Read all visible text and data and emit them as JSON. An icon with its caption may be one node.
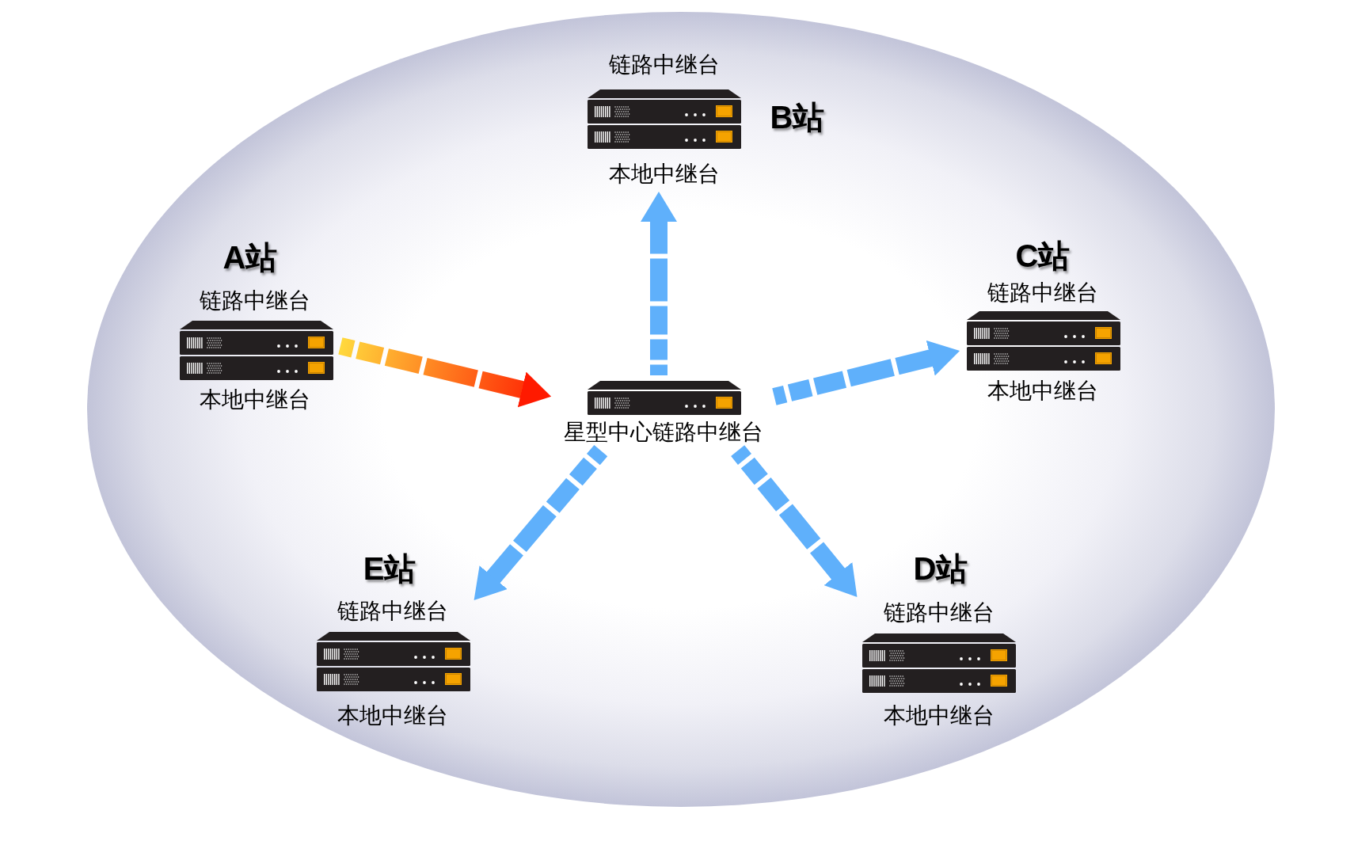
{
  "diagram": {
    "nodes": [
      {
        "text": [
          "B站",
          "链路中继台",
          "本地中继台"
        ]
      },
      {
        "text": [
          "A站",
          "链路中继台",
          "本地中继台"
        ]
      },
      {
        "text": [
          "C站",
          "链路中继台",
          "本地中继台"
        ]
      },
      {
        "text": [
          "星型中心链路中继台"
        ]
      },
      {
        "text": [
          "E站",
          "链路中继台",
          "本地中继台"
        ]
      },
      {
        "text": [
          "D站",
          "链路中继台",
          "本地中继台"
        ]
      }
    ],
    "edges": [
      {
        "from": 1,
        "to": 3,
        "arrow": "to",
        "style": "dashed",
        "color": "#ff1a00"
      },
      {
        "from": 3,
        "to": 0,
        "arrow": "to",
        "style": "dashed"
      },
      {
        "from": 3,
        "to": 2,
        "arrow": "to",
        "style": "dashed"
      },
      {
        "from": 3,
        "to": 4,
        "arrow": "to",
        "style": "dashed"
      },
      {
        "from": 3,
        "to": 5,
        "arrow": "to",
        "style": "dashed"
      }
    ]
  }
}
